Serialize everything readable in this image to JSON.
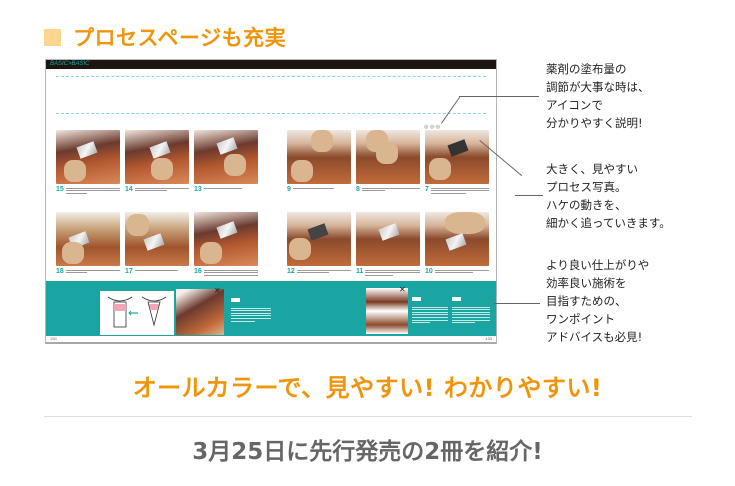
{
  "section": {
    "heading": "プロセスページも充実",
    "square_color": "#fcd58e",
    "accent_color": "#f0940a"
  },
  "book": {
    "header_label": "BASIC>BASIC",
    "icon_marker": "◎ ◎-◎",
    "left_page": {
      "page_number": "150",
      "steps": [
        {
          "num": "15"
        },
        {
          "num": "14"
        },
        {
          "num": "13"
        },
        {
          "num": "18"
        },
        {
          "num": "17"
        },
        {
          "num": "16"
        }
      ]
    },
    "right_page": {
      "page_number": "133",
      "steps": [
        {
          "num": "9"
        },
        {
          "num": "8"
        },
        {
          "num": "7"
        },
        {
          "num": "12"
        },
        {
          "num": "11"
        },
        {
          "num": "10"
        }
      ]
    },
    "band_color": "#1aa5a2"
  },
  "annotations": [
    {
      "lines": [
        "薬剤の塗布量の",
        "調節が大事な時は、",
        "アイコンで",
        "分かりやすく説明!"
      ]
    },
    {
      "lines": [
        "大きく、見やすい",
        "プロセス写真。",
        "ハケの動きを、",
        "細かく追っていきます。"
      ]
    },
    {
      "lines": [
        "より良い仕上がりや",
        "効率良い施術を",
        "目指すための、",
        "ワンポイント",
        "アドバイスも必見!"
      ]
    }
  ],
  "headline": "オールカラーで、見やすい! わかりやすい!",
  "subline": "3月25日に先行発売の2冊を紹介!"
}
